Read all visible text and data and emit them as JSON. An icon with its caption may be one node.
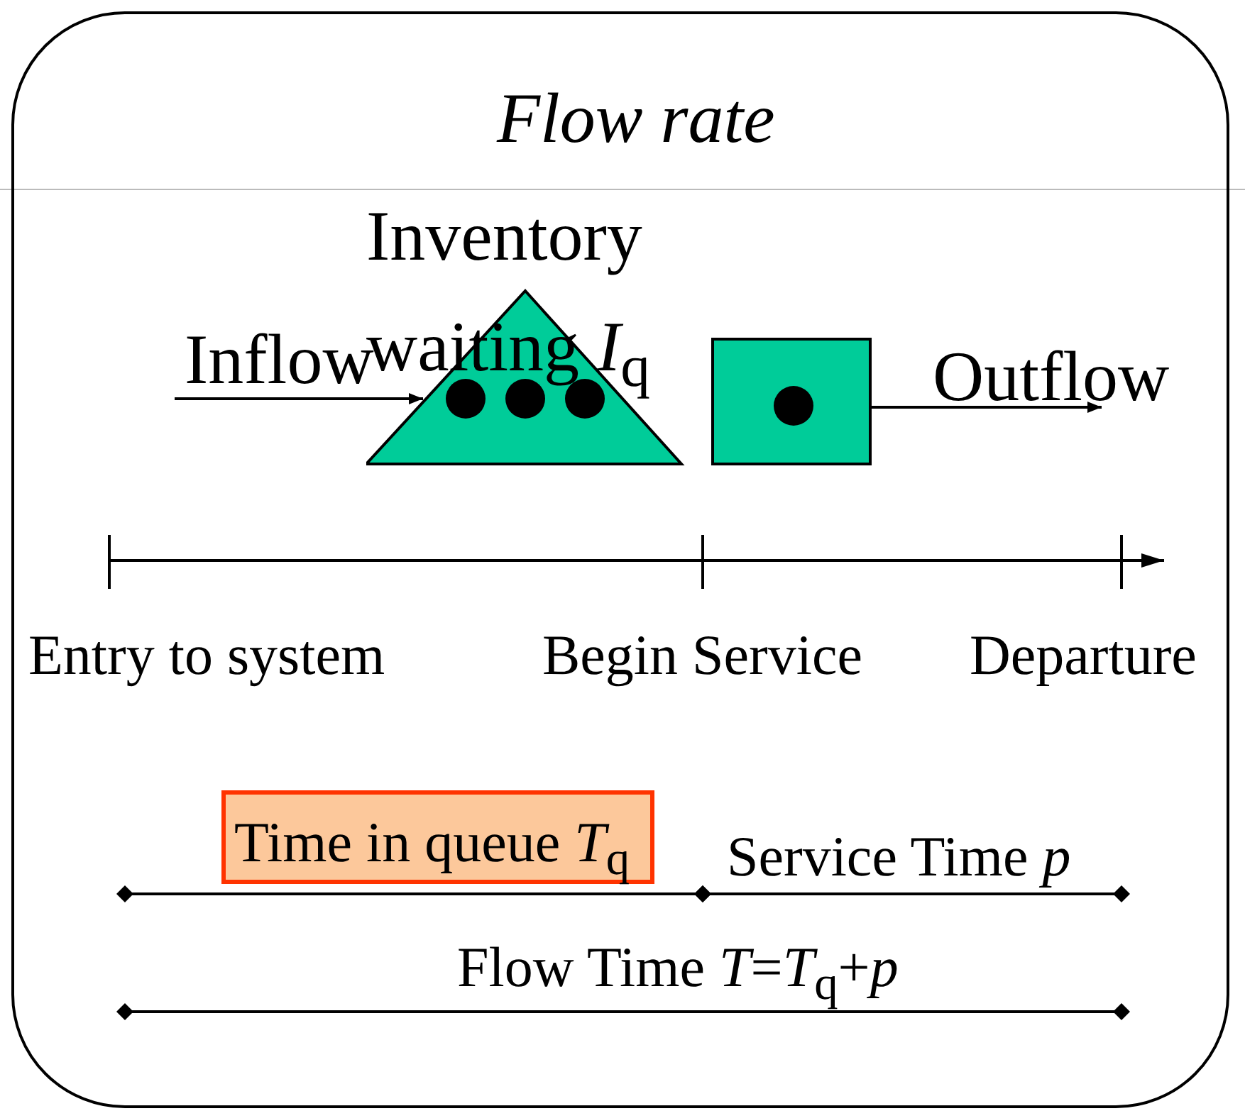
{
  "diagram": {
    "nodes": [
      {
        "text": [
          "Flow rate"
        ]
      },
      {
        "text": [
          "Inventory waiting *I*$_{q}$"
        ],
        "in": 0
      },
      {
        "text": [],
        "shape": "box",
        "in": 0
      },
      {
        "text": [
          "Time in queue *T*$_{q}$"
        ],
        "in": 0
      }
    ],
    "edges": [
      {
        "from": null,
        "to": 1,
        "arrow": "to",
        "label": "Inflow"
      },
      {
        "from": 2,
        "to": null,
        "arrow": "to",
        "label": "Outflow"
      }
    ],
    "labels": [
      "Entry to system",
      "Begin Service",
      "Departure",
      "Service Time *p*",
      "Flow Time *T*=*T*$_{q}$+*p*"
    ]
  }
}
